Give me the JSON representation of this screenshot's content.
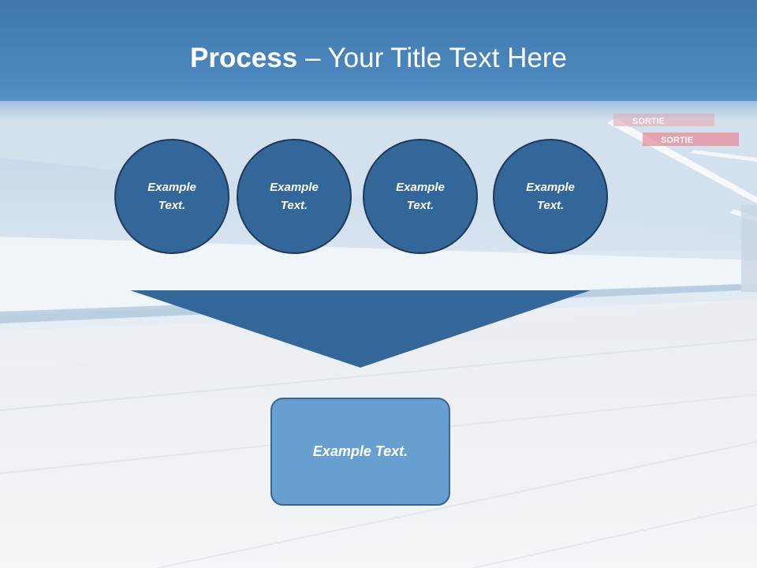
{
  "slide": {
    "title_bold": "Process",
    "title_rest": " – Your Title Text Here",
    "circles": [
      {
        "line1": "Example",
        "line2": "Text."
      },
      {
        "line1": "Example",
        "line2": "Text."
      },
      {
        "line1": "Example",
        "line2": "Text."
      },
      {
        "line1": "Example",
        "line2": "Text."
      }
    ],
    "result_text": "Example Text.",
    "background_signs": [
      "SORTIE",
      "SORTIE"
    ]
  },
  "colors": {
    "title_bar": "#4a86bd",
    "circle_fill": "#336699",
    "circle_border": "#1d3a5c",
    "funnel_fill": "#336699",
    "result_fill": "#679fd0"
  }
}
